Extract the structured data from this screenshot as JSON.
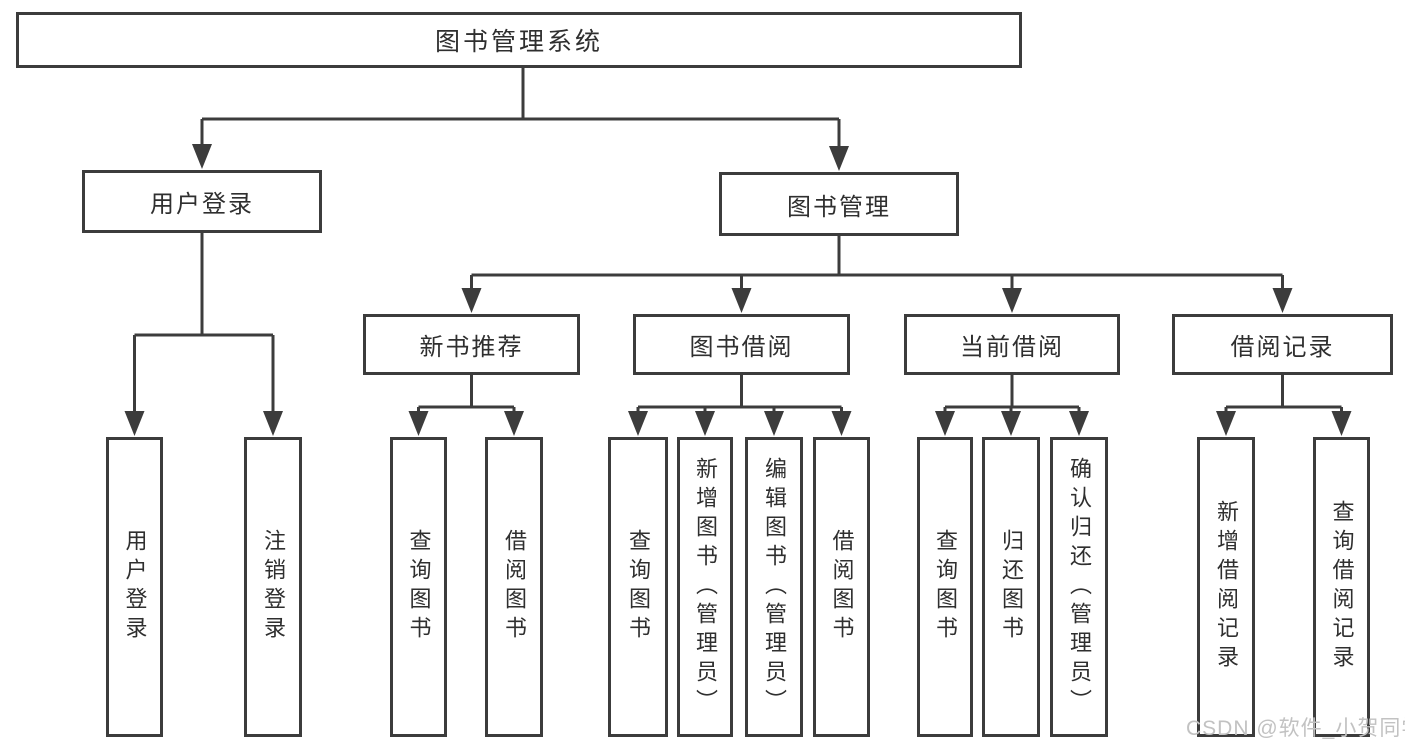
{
  "watermark": "CSDN @软件_小贺同学",
  "colors": {
    "line": "#3c3c3c",
    "text": "#2f2f2f",
    "background": "#ffffff",
    "watermark": "#c2c2c2"
  },
  "tree": {
    "root": {
      "label": "图书管理系统",
      "children": [
        {
          "label": "用户登录",
          "children": [
            {
              "label": "用户登录"
            },
            {
              "label": "注销登录"
            }
          ]
        },
        {
          "label": "图书管理",
          "children": [
            {
              "label": "新书推荐",
              "children": [
                {
                  "label": "查询图书"
                },
                {
                  "label": "借阅图书"
                }
              ]
            },
            {
              "label": "图书借阅",
              "children": [
                {
                  "label": "查询图书"
                },
                {
                  "label": "新增图书（管理员）"
                },
                {
                  "label": "编辑图书（管理员）"
                },
                {
                  "label": "借阅图书"
                }
              ]
            },
            {
              "label": "当前借阅",
              "children": [
                {
                  "label": "查询图书"
                },
                {
                  "label": "归还图书"
                },
                {
                  "label": "确认归还（管理员）"
                }
              ]
            },
            {
              "label": "借阅记录",
              "children": [
                {
                  "label": "新增借阅记录"
                },
                {
                  "label": "查询借阅记录"
                }
              ]
            }
          ]
        }
      ]
    }
  }
}
